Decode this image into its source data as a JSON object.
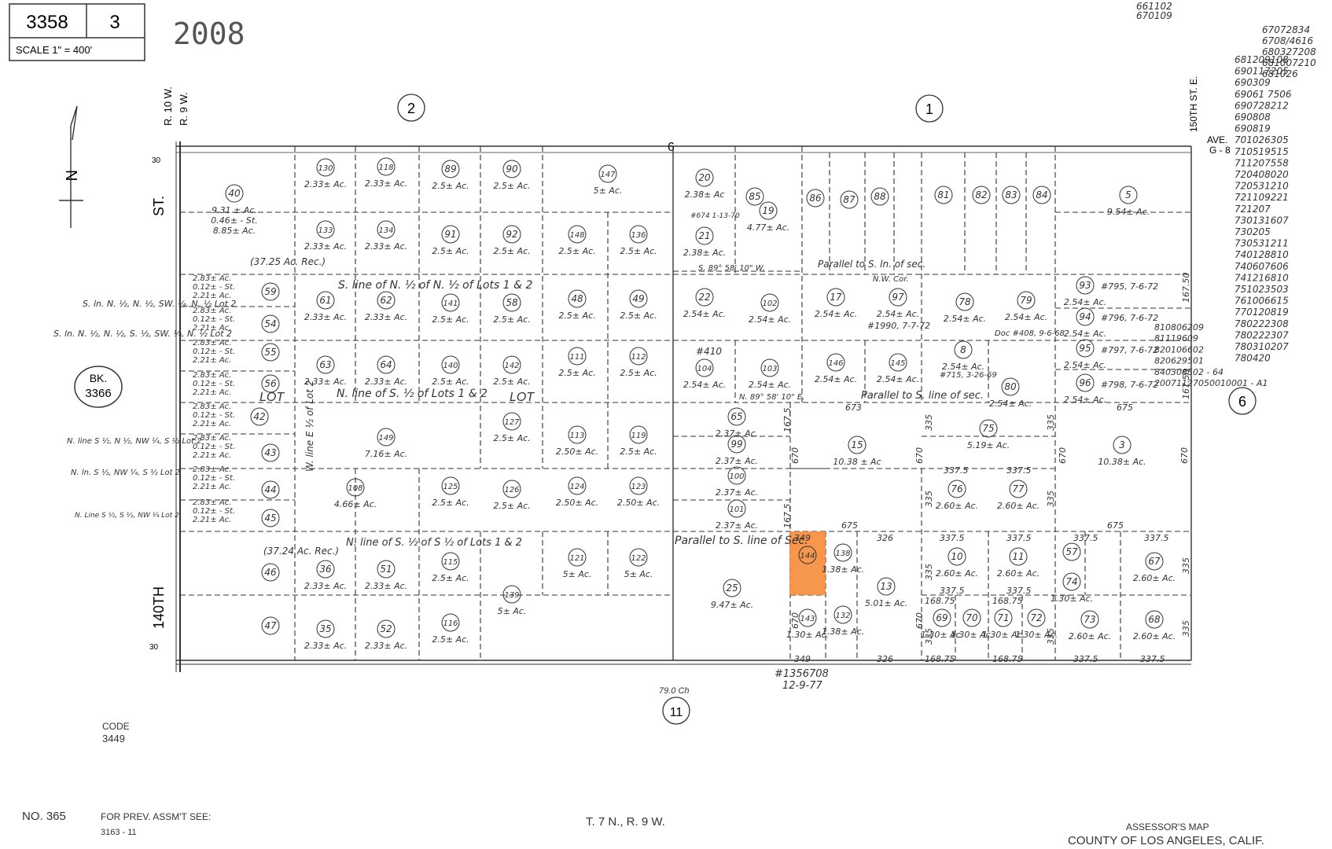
{
  "header": {
    "book": "3358",
    "page": "3",
    "scale": "SCALE 1\" = 400'",
    "year": "2008"
  },
  "footer": {
    "map_no": "NO. 365",
    "prev_label": "FOR PREV. ASSM'T SEE:",
    "prev_value": "3163 - 11",
    "township": "T. 7 N., R. 9 W.",
    "title1": "ASSESSOR'S MAP",
    "title2": "COUNTY OF LOS ANGELES, CALIF.",
    "code_label": "CODE",
    "code_value": "3449"
  },
  "labels": {
    "range_10w": "R. 10 W.",
    "range_9w": "R. 9 W.",
    "street_st": "ST.",
    "street_140th": "140TH",
    "street_150th": "150TH ST. E.",
    "ave": "AVE.",
    "g8": "G - 8",
    "north_letter": "N",
    "bk_label": "BK.",
    "bk_value": "3366",
    "chain": "79.0 Ch",
    "doc_no": "#1356708",
    "doc_date": "12-9-77",
    "thirty_top": "30",
    "thirty_bot": "30",
    "section_6_top": "6"
  },
  "sections": [
    {
      "num": "2"
    },
    {
      "num": "1"
    },
    {
      "num": "6"
    },
    {
      "num": "11"
    }
  ],
  "change_log": [
    "661102",
    "670109",
    "67072834",
    "6708/4616",
    "680327208",
    "681007210",
    "681026",
    "681209108",
    "690117205",
    "690309",
    "69061 7506",
    "690728212",
    "690808",
    "690819",
    "701026305",
    "710519515",
    "711207558",
    "720408020",
    "720531210",
    "721109221",
    "721207",
    "730131607",
    "730205",
    "730531211",
    "740128810",
    "740607606",
    "741216810",
    "751023503",
    "761006615",
    "770120819",
    "780222308",
    "780222307",
    "780310207",
    "780420",
    "810806209",
    "81119609",
    "820106602",
    "820629501",
    "840308502 - 64",
    "20071127050010001 - A1"
  ],
  "parcels": [
    {
      "id": "40",
      "acres": [
        "9.31 ± Ac.",
        "0.46± - St.",
        "8.85± Ac."
      ]
    },
    {
      "id": "130",
      "acres": [
        "2.33± Ac."
      ]
    },
    {
      "id": "118",
      "acres": [
        "2.33± Ac."
      ]
    },
    {
      "id": "89",
      "acres": [
        "2.5± Ac."
      ]
    },
    {
      "id": "90",
      "acres": [
        "2.5± Ac."
      ]
    },
    {
      "id": "147",
      "acres": [
        "5± Ac."
      ]
    },
    {
      "id": "20",
      "acres": [
        "2.38± Ac"
      ]
    },
    {
      "id": "133",
      "acres": [
        "2.33± Ac."
      ]
    },
    {
      "id": "134",
      "acres": [
        "2.33± Ac."
      ]
    },
    {
      "id": "91",
      "acres": [
        "2.5± Ac."
      ]
    },
    {
      "id": "92",
      "acres": [
        "2.5± Ac."
      ]
    },
    {
      "id": "148",
      "acres": [
        "2.5± Ac."
      ]
    },
    {
      "id": "136",
      "acres": [
        "2.5± Ac."
      ]
    },
    {
      "id": "21",
      "acres": [
        "2.38± Ac."
      ]
    },
    {
      "id": "19",
      "acres": [
        "4.77± Ac."
      ]
    },
    {
      "id": "85",
      "acres": []
    },
    {
      "id": "86",
      "acres": []
    },
    {
      "id": "87",
      "acres": []
    },
    {
      "id": "88",
      "acres": []
    },
    {
      "id": "81",
      "acres": []
    },
    {
      "id": "82",
      "acres": []
    },
    {
      "id": "83",
      "acres": []
    },
    {
      "id": "84",
      "acres": []
    },
    {
      "id": "5",
      "acres": [
        "9.54± Ac."
      ]
    },
    {
      "id": "59",
      "acres": []
    },
    {
      "id": "61",
      "acres": [
        "2.33± Ac."
      ]
    },
    {
      "id": "62",
      "acres": [
        "2.33± Ac."
      ]
    },
    {
      "id": "141",
      "acres": [
        "2.5± Ac."
      ]
    },
    {
      "id": "58",
      "acres": [
        "2.5± Ac."
      ]
    },
    {
      "id": "48",
      "acres": [
        "2.5± Ac."
      ]
    },
    {
      "id": "49",
      "acres": [
        "2.5± Ac."
      ]
    },
    {
      "id": "22",
      "acres": [
        "2.54± Ac."
      ]
    },
    {
      "id": "102",
      "acres": [
        "2.54± Ac."
      ]
    },
    {
      "id": "17",
      "acres": [
        "2.54± Ac."
      ]
    },
    {
      "id": "97",
      "acres": [
        "2.54± Ac."
      ]
    },
    {
      "id": "78",
      "acres": [
        "2.54± Ac."
      ]
    },
    {
      "id": "79",
      "acres": [
        "2.54± Ac."
      ]
    },
    {
      "id": "93",
      "acres": [
        "2.54± Ac."
      ]
    },
    {
      "id": "94",
      "acres": [
        "2.54± Ac."
      ]
    },
    {
      "id": "54",
      "acres": []
    },
    {
      "id": "55",
      "acres": []
    },
    {
      "id": "63",
      "acres": [
        "2.33± Ac."
      ]
    },
    {
      "id": "64",
      "acres": [
        "2.33± Ac."
      ]
    },
    {
      "id": "140",
      "acres": [
        "2.5± Ac."
      ]
    },
    {
      "id": "142",
      "acres": [
        "2.5± Ac."
      ]
    },
    {
      "id": "111",
      "acres": [
        "2.5± Ac."
      ]
    },
    {
      "id": "112",
      "acres": [
        "2.5± Ac."
      ]
    },
    {
      "id": "104",
      "acres": [
        "2.54± Ac."
      ]
    },
    {
      "id": "103",
      "acres": [
        "2.54± Ac."
      ]
    },
    {
      "id": "146",
      "acres": [
        "2.54± Ac."
      ]
    },
    {
      "id": "145",
      "acres": [
        "2.54± Ac."
      ]
    },
    {
      "id": "8",
      "acres": [
        "2.54± Ac."
      ]
    },
    {
      "id": "80",
      "acres": [
        "2.54± Ac."
      ]
    },
    {
      "id": "95",
      "acres": [
        "2.54± Ac."
      ]
    },
    {
      "id": "96",
      "acres": [
        "2.54± Ac."
      ]
    },
    {
      "id": "56",
      "acres": []
    },
    {
      "id": "42",
      "acres": []
    },
    {
      "id": "149",
      "acres": [
        "7.16± Ac."
      ]
    },
    {
      "id": "127",
      "acres": [
        "2.5± Ac."
      ]
    },
    {
      "id": "113",
      "acres": [
        "2.50± Ac."
      ]
    },
    {
      "id": "119",
      "acres": [
        "2.5± Ac."
      ]
    },
    {
      "id": "65",
      "acres": [
        "2.37± Ac."
      ]
    },
    {
      "id": "99",
      "acres": [
        "2.37± Ac."
      ]
    },
    {
      "id": "15",
      "acres": [
        "10.38 ± Ac"
      ]
    },
    {
      "id": "75",
      "acres": [
        "5.19± Ac."
      ]
    },
    {
      "id": "3",
      "acres": [
        "10.38± Ac."
      ]
    },
    {
      "id": "43",
      "acres": []
    },
    {
      "id": "108",
      "acres": [
        "4.66± Ac."
      ]
    },
    {
      "id": "125",
      "acres": [
        "2.5± Ac."
      ]
    },
    {
      "id": "126",
      "acres": [
        "2.5± Ac."
      ]
    },
    {
      "id": "124",
      "acres": [
        "2.50± Ac."
      ]
    },
    {
      "id": "123",
      "acres": [
        "2.50± Ac."
      ]
    },
    {
      "id": "100",
      "acres": [
        "2.37± Ac."
      ]
    },
    {
      "id": "101",
      "acres": [
        "2.37± Ac."
      ]
    },
    {
      "id": "76",
      "acres": [
        "2.60± Ac."
      ]
    },
    {
      "id": "77",
      "acres": [
        "2.60± Ac."
      ]
    },
    {
      "id": "44",
      "acres": []
    },
    {
      "id": "45",
      "acres": []
    },
    {
      "id": "46",
      "acres": []
    },
    {
      "id": "36",
      "acres": [
        "2.33± Ac."
      ]
    },
    {
      "id": "51",
      "acres": [
        "2.33± Ac."
      ]
    },
    {
      "id": "115",
      "acres": [
        "2.5± Ac."
      ]
    },
    {
      "id": "121",
      "acres": [
        "5± Ac."
      ]
    },
    {
      "id": "122",
      "acres": [
        "5± Ac."
      ]
    },
    {
      "id": "139",
      "acres": [
        "5± Ac."
      ]
    },
    {
      "id": "25",
      "acres": [
        "9.47± Ac."
      ]
    },
    {
      "id": "144",
      "acres": []
    },
    {
      "id": "138",
      "acres": [
        "1.38± Ac."
      ]
    },
    {
      "id": "13",
      "acres": [
        "5.01± Ac."
      ]
    },
    {
      "id": "10",
      "acres": [
        "2.60± Ac."
      ]
    },
    {
      "id": "11",
      "acres": [
        "2.60± Ac."
      ]
    },
    {
      "id": "57",
      "acres": []
    },
    {
      "id": "74",
      "acres": [
        "1.30± Ac."
      ]
    },
    {
      "id": "67",
      "acres": [
        "2.60± Ac."
      ]
    },
    {
      "id": "47",
      "acres": []
    },
    {
      "id": "35",
      "acres": [
        "2.33± Ac."
      ]
    },
    {
      "id": "52",
      "acres": [
        "2.33± Ac."
      ]
    },
    {
      "id": "116",
      "acres": [
        "2.5± Ac."
      ]
    },
    {
      "id": "143",
      "acres": [
        "1.30± Ac."
      ]
    },
    {
      "id": "132",
      "acres": [
        "1.38± Ac."
      ]
    },
    {
      "id": "69",
      "acres": [
        "1.30± Ac."
      ]
    },
    {
      "id": "70",
      "acres": [
        "1.30± Ac."
      ]
    },
    {
      "id": "71",
      "acres": [
        "1.30± Ac."
      ]
    },
    {
      "id": "72",
      "acres": [
        "1.30± Ac."
      ]
    },
    {
      "id": "73",
      "acres": [
        "2.60± Ac."
      ]
    },
    {
      "id": "68",
      "acres": [
        "2.60± Ac."
      ]
    }
  ],
  "notes": {
    "rec_upper": "(37.25 Ac. Rec.)",
    "rec_lower": "(37.24 Ac. Rec.)",
    "line_nhalf": "S. line of N. ½ of N. ½ of Lots 1 & 2",
    "line_shalf": "N. line of S. ½ of Lots 1 & 2",
    "line_s_s": "N. line of S. ½ of S ½ of Lots 1 & 2",
    "parallel_mid": "Parallel to S. line of sec.",
    "parallel_bot": "Parallel to S. line of Sec.",
    "parallel_top": "Parallel to S. ln. of sec.",
    "lot_a": "LOT",
    "lot_b": "LOT",
    "doc_1990": "#1990, 7-7-72",
    "doc_408": "Doc #408, 9-6-68",
    "doc_715": "#715, 3-26-69",
    "doc_410": "#410",
    "doc_674": "#674 1-13-70",
    "bearing1": "S. 89° 58' 10\" W.",
    "bearing2": "N. 89° 58' 10\" E.",
    "rec_795": "#795, 7-6-72",
    "rec_796": "#796, 7-6-72",
    "rec_797": "#797, 7-6-72",
    "rec_798": "#798, 7-6-72",
    "w_line_e": "W. line E ½ of Lot 2",
    "nw_cor": "N.W. Cor.",
    "left_note1": "S. ln. N. ½, N. ½, SW. ¼, N. ½ Lot 2",
    "left_note2": "S. ln. N. ½, N. ½, S. ½, SW. ¼, N. ½ Lot 2",
    "left_note3": "N. line S ½, N ½, NW ¼, S ½ Lot 2",
    "left_note4": "N. ln. S ½, NW ¼, S ½ Lot 2",
    "left_note5": "N. Line S ½, S ½, NW ¼ Lot 2"
  },
  "small_lots": [
    {
      "a": "2.83± Ac.",
      "b": "0.12± - St.",
      "c": "2.21± Ac."
    }
  ],
  "dims": {
    "d673": "673",
    "d675": "675",
    "d670": "670",
    "d335": "335",
    "d3375": "337.5",
    "d349": "349",
    "d326": "326",
    "d16875": "168.75",
    "d1675": "167.5",
    "d16750": "167.50"
  },
  "colors": {
    "highlight": "#f58c3a",
    "ink": "#222222"
  }
}
